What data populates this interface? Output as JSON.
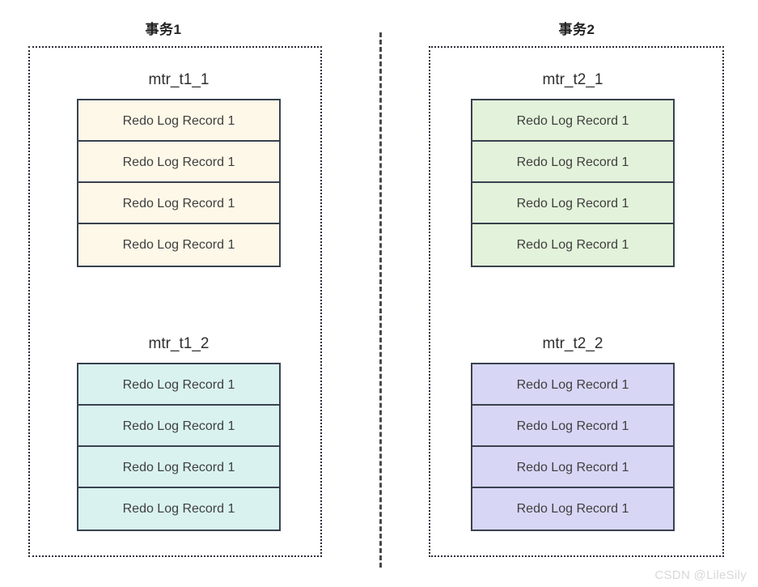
{
  "diagram": {
    "type": "redo-log-mtr-grouping",
    "divider": {
      "orientation": "vertical",
      "style": "dashed",
      "color": "#4a4a4a"
    },
    "colors": {
      "border": "#39424e",
      "container_border": "#2b2b3a",
      "fill_cream": "#fdf8e8",
      "fill_green": "#e3f2da",
      "fill_cyan": "#d9f2f0",
      "fill_lavender": "#d8d6f5",
      "watermark": "#d8d8d8"
    },
    "panels": [
      {
        "title": "事务1",
        "groups": [
          {
            "label": "mtr_t1_1",
            "fill": "cream",
            "records": [
              "Redo Log Record 1",
              "Redo Log Record 1",
              "Redo Log Record 1",
              "Redo Log Record 1"
            ]
          },
          {
            "label": "mtr_t1_2",
            "fill": "cyan",
            "records": [
              "Redo Log Record 1",
              "Redo Log Record 1",
              "Redo Log Record 1",
              "Redo Log Record 1"
            ]
          }
        ]
      },
      {
        "title": "事务2",
        "groups": [
          {
            "label": "mtr_t2_1",
            "fill": "green",
            "records": [
              "Redo Log Record 1",
              "Redo Log Record 1",
              "Redo Log Record 1",
              "Redo Log Record 1"
            ]
          },
          {
            "label": "mtr_t2_2",
            "fill": "lavender",
            "records": [
              "Redo Log Record 1",
              "Redo Log Record 1",
              "Redo Log Record 1",
              "Redo Log Record 1"
            ]
          }
        ]
      }
    ]
  },
  "watermark": "CSDN @LileSily"
}
